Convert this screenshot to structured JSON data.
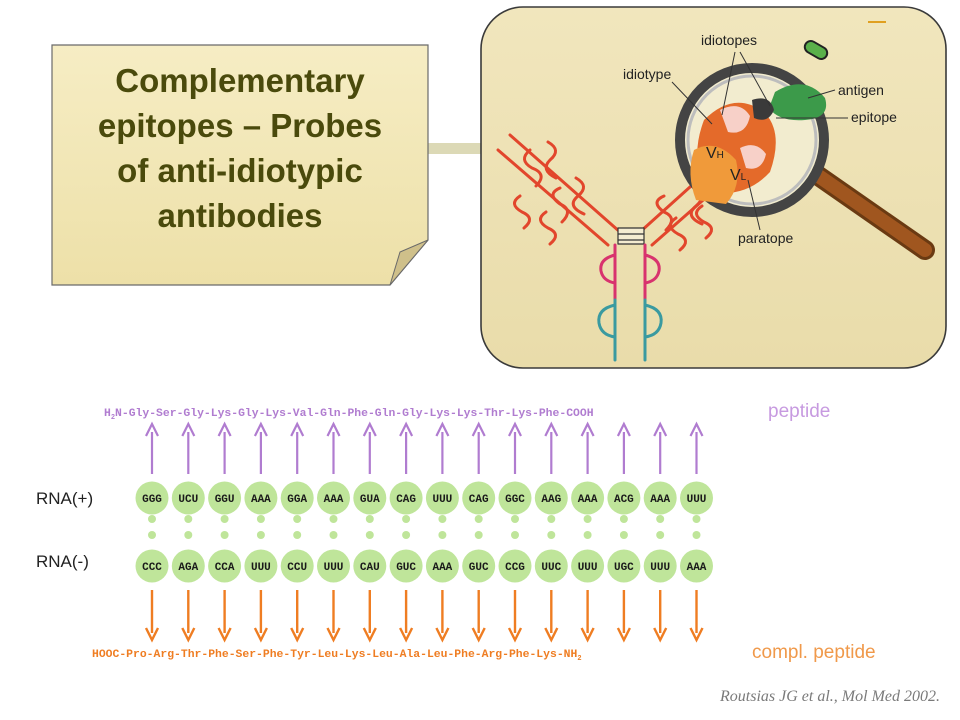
{
  "title": [
    "Complementary",
    "epitopes – Probes",
    "of anti-idiotypic",
    "antibodies"
  ],
  "illustration": {
    "labels": {
      "idiotopes": "idiotopes",
      "idiotype": "idiotype",
      "antigen": "antigen",
      "epitope": "epitope",
      "paratope": "paratope",
      "vh": "V",
      "vh_sub": "H",
      "vl": "V",
      "vl_sub": "L"
    },
    "colors": {
      "panel": "#ede1b2",
      "antigen": "#3c9a4a",
      "heavy_chain": "#e2462c",
      "light_chain": "#e04a34",
      "hinge_lower": "#d8336e",
      "tail": "#3a9aa0",
      "handle": "#a0561f"
    }
  },
  "sequence": {
    "peptide_prefix": "H",
    "peptide_prefix_sub": "2",
    "peptide_body": "N-Gly-Ser-Gly-Lys-Gly-Lys-Val-Gln-Phe-Gln-Gly-Lys-Lys-Thr-Lys-Phe-COOH",
    "peptide_label": "peptide",
    "rna_plus_label": "RNA(+)",
    "rna_minus_label": "RNA(-)",
    "rna_plus": [
      "GGG",
      "UCU",
      "GGU",
      "AAA",
      "GGA",
      "AAA",
      "GUA",
      "CAG",
      "UUU",
      "CAG",
      "GGC",
      "AAG",
      "AAA",
      "ACG",
      "AAA",
      "UUU"
    ],
    "rna_minus": [
      "CCC",
      "AGA",
      "CCA",
      "UUU",
      "CCU",
      "UUU",
      "CAU",
      "GUC",
      "AAA",
      "GUC",
      "CCG",
      "UUC",
      "UUU",
      "UGC",
      "UUU",
      "AAA"
    ],
    "compl_body": "HOOC-Pro-Arg-Thr-Phe-Ser-Phe-Tyr-Leu-Lys-Leu-Ala-Leu-Phe-Arg-Phe-Lys-NH",
    "compl_sub": "2",
    "compl_label": "compl. peptide",
    "colors": {
      "peptide": "#b07cd0",
      "compl": "#ef7d22",
      "codon": "#bfe59a"
    }
  },
  "citation": "Routsias JG et al., Mol Med 2002."
}
